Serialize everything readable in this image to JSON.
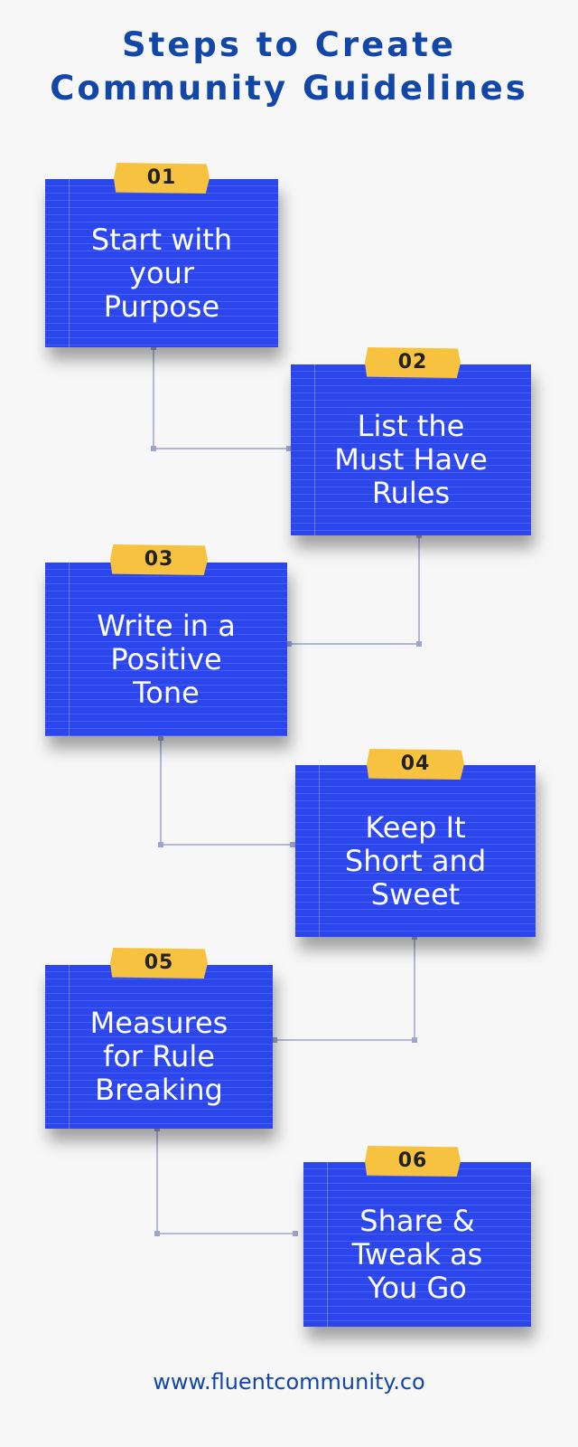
{
  "title": {
    "line1": "Steps to Create",
    "line2": "Community Guidelines"
  },
  "steps": [
    {
      "number": "01",
      "text": "Start with\nyour\nPurpose"
    },
    {
      "number": "02",
      "text": "List the\nMust Have\nRules"
    },
    {
      "number": "03",
      "text": "Write in a\nPositive\nTone"
    },
    {
      "number": "04",
      "text": "Keep It\nShort and\nSweet"
    },
    {
      "number": "05",
      "text": "Measures\nfor Rule\nBreaking"
    },
    {
      "number": "06",
      "text": "Share &\nTweak as\nYou Go"
    }
  ],
  "footer": {
    "url": "www.fluentcommunity.co"
  },
  "colors": {
    "accent": "#1246a8",
    "card": "#2c46ee",
    "tag": "#f6c240",
    "connector": "#9ea3cf"
  }
}
